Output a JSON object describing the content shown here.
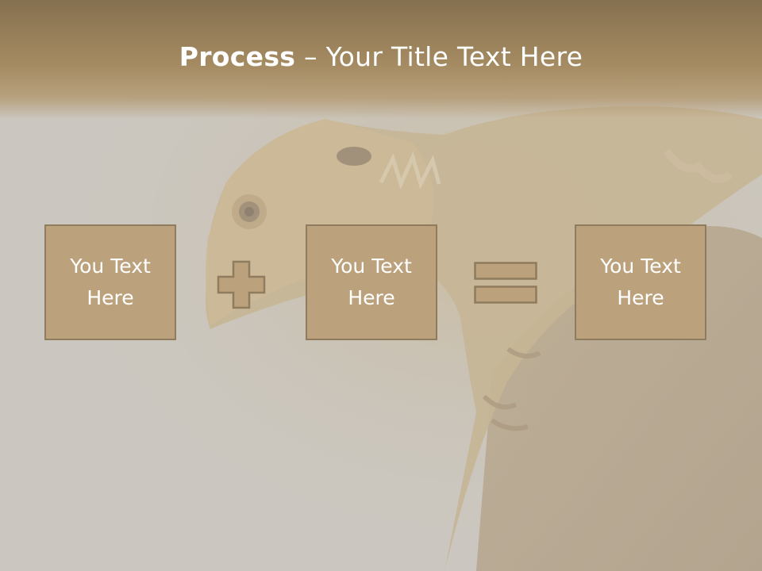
{
  "title": {
    "bold": "Process",
    "rest": " – Your Title Text Here"
  },
  "boxes": [
    {
      "text": "You Text\nHere"
    },
    {
      "text": "You Text\nHere"
    },
    {
      "text": "You Text\nHere"
    }
  ],
  "operators": {
    "plus": "plus-icon",
    "equals": "equals-icon"
  },
  "colors": {
    "box_fill": "#bca27c",
    "box_border": "#8f7b5d",
    "header": "#a58b62"
  }
}
